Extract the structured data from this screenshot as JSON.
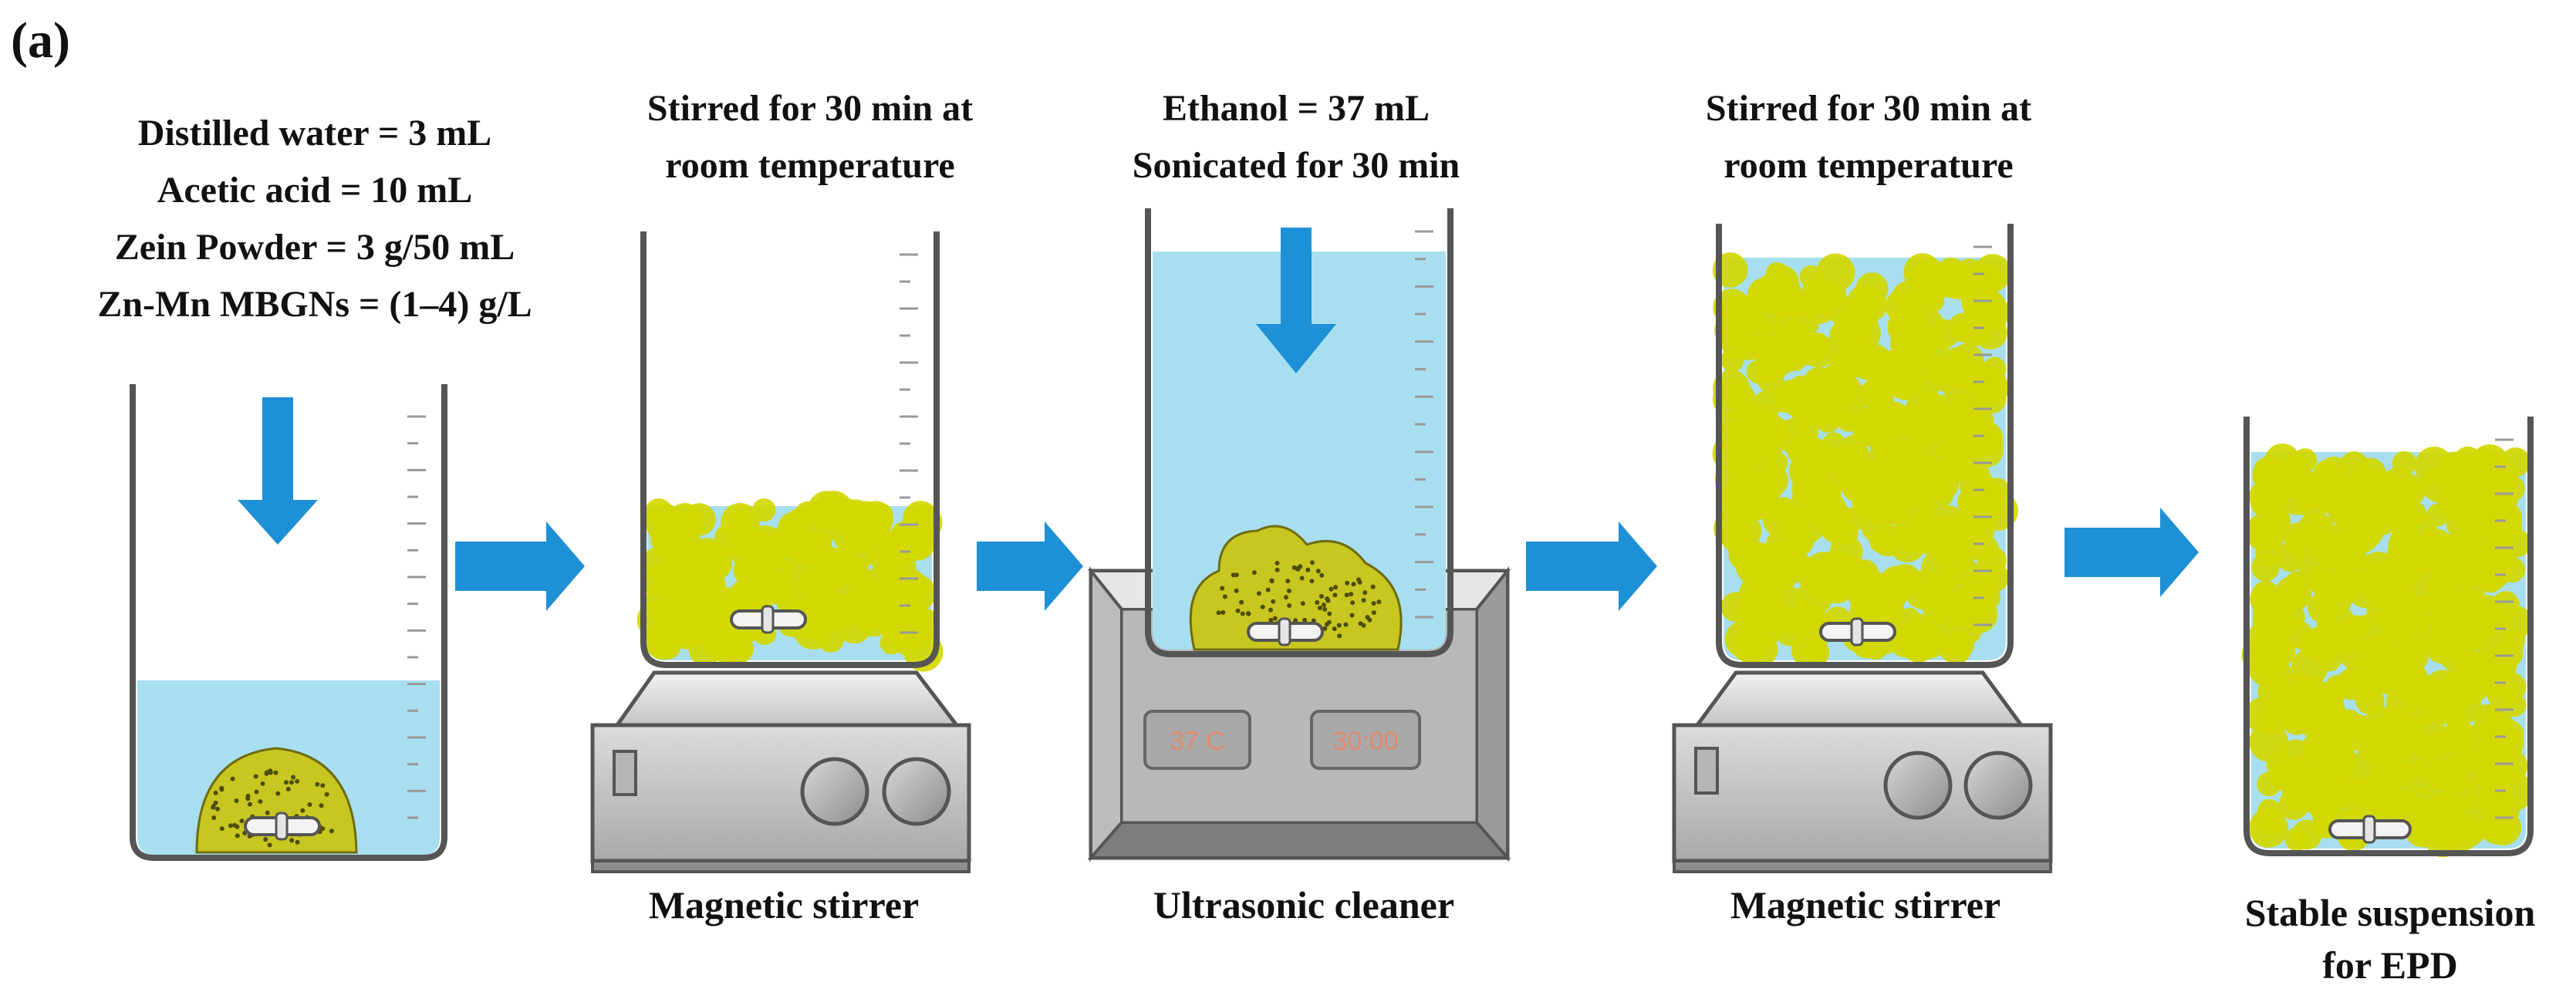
{
  "panel_label": "(a)",
  "steps": [
    {
      "notes": [
        "Distilled water = 3 mL",
        "Acetic acid = 10 mL",
        "Zein Powder = 3 g/50 mL",
        "Zn-Mn MBGNs = (1–4) g/L"
      ],
      "device": ""
    },
    {
      "notes": [
        "Stirred for 30 min at",
        "room temperature"
      ],
      "device": "Magnetic stirrer"
    },
    {
      "notes": [
        "Ethanol = 37 mL",
        "Sonicated for 30 min"
      ],
      "device": "Ultrasonic cleaner",
      "display": {
        "temperature": "37 C",
        "timer": "30:00"
      }
    },
    {
      "notes": [
        "Stirred for 30 min at",
        "room temperature"
      ],
      "device": "Magnetic stirrer"
    },
    {
      "notes": [],
      "device": "Stable suspension",
      "device_line2": "for EPD"
    }
  ],
  "colors": {
    "water": "#a8dff0",
    "particles": "#d2d800",
    "arrow": "#1e90d6",
    "glass_outline": "#555555",
    "device_body": "#c9c9c9"
  },
  "icons": [
    "beaker-icon",
    "magnetic-stirrer-icon",
    "ultrasonic-cleaner-icon",
    "flow-arrow-icon",
    "pour-arrow-icon",
    "stir-bar-icon"
  ]
}
